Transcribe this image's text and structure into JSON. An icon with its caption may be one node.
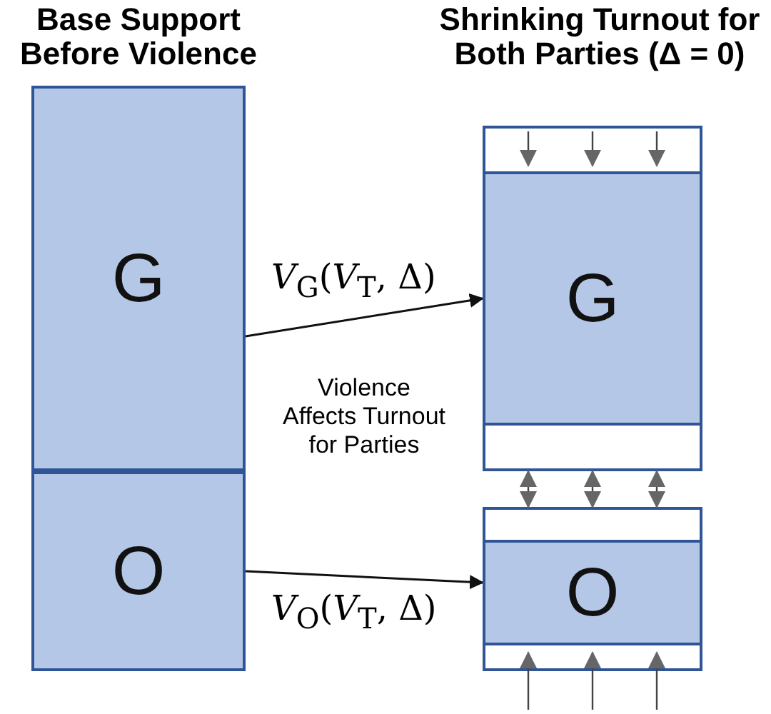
{
  "diagram": {
    "nodes": [
      {
        "text": [
          "G"
        ]
      },
      {
        "text": [
          "O"
        ]
      },
      {
        "text": [],
        "shape": "box"
      },
      {
        "text": [],
        "shape": "box",
        "in": 2
      },
      {
        "text": [
          "G"
        ],
        "in": 2
      },
      {
        "text": [],
        "shape": "box",
        "in": 2
      },
      {
        "text": [],
        "shape": "box"
      },
      {
        "text": [],
        "shape": "box",
        "in": 6
      },
      {
        "text": [
          "O"
        ],
        "in": 6
      },
      {
        "text": [],
        "shape": "box",
        "in": 6
      }
    ],
    "edges": [
      {
        "from": 0,
        "to": 4,
        "arrow": "to",
        "label": "*V*$_{G}$(*V*$_{T}$, Δ)"
      },
      {
        "from": 1,
        "to": 8,
        "arrow": "to",
        "label": "*V*$_{O}$(*V*$_{T}$, Δ)"
      },
      {
        "from": 5,
        "to": 7,
        "arrow": "both"
      },
      {
        "from": 5,
        "to": 7,
        "arrow": "both"
      },
      {
        "from": 5,
        "to": 7,
        "arrow": "both"
      }
    ],
    "labels": [
      "Base Support Before Violence",
      "Shrinking Turnout for Both Parties (Δ = 0)",
      "Violence Affects Turnout for Parties"
    ]
  }
}
